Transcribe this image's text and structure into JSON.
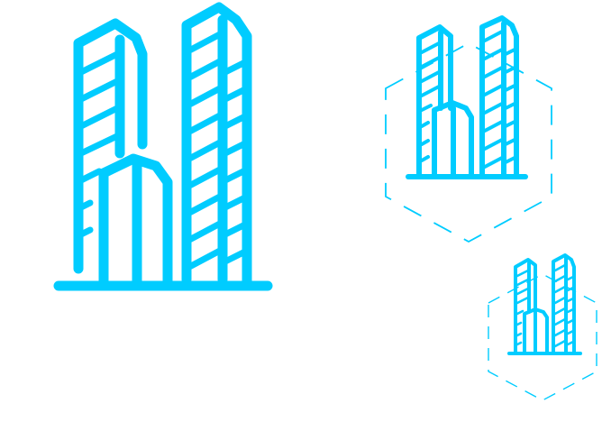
{
  "icons": [
    {
      "name": "skyscrapers-icon-large",
      "variant": "plain"
    },
    {
      "name": "skyscrapers-hexagon-badge-medium",
      "variant": "hexagon-dashed"
    },
    {
      "name": "skyscrapers-hexagon-badge-small",
      "variant": "hexagon-dashed"
    }
  ],
  "colors": {
    "primary": "#00CCFF",
    "background": "#FFFFFF"
  }
}
